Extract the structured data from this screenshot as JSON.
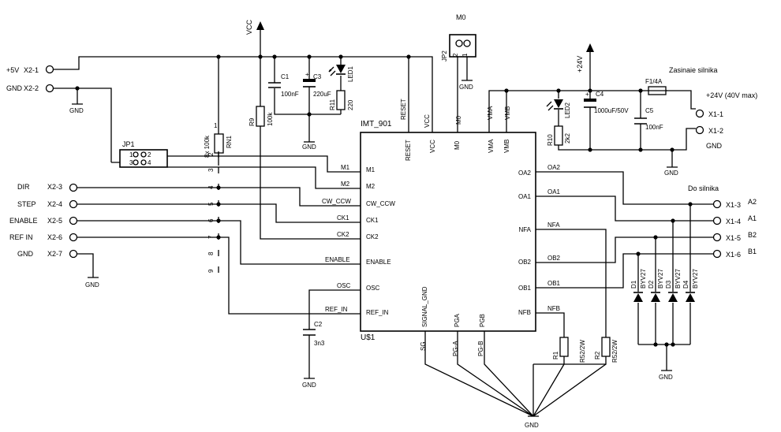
{
  "chip": {
    "name": "IMT_901",
    "ref": "U$1",
    "left_pins": [
      "M1",
      "M2",
      "CW_CCW",
      "CK1",
      "CK2",
      "ENABLE",
      "OSC",
      "REF_IN"
    ],
    "top_pins": [
      "RESET",
      "VCC",
      "M0",
      "VMA",
      "VMB"
    ],
    "right_pins": [
      "OA2",
      "OA1",
      "NFA",
      "OB2",
      "OB1",
      "NFB"
    ],
    "bottom_pins": [
      "SIGNAL_GND",
      "PGA",
      "PGB"
    ]
  },
  "connectors": {
    "x2": [
      {
        "ref": "X2-1",
        "label": "+5V"
      },
      {
        "ref": "X2-2",
        "label": "GND"
      },
      {
        "ref": "X2-3",
        "label": "DIR"
      },
      {
        "ref": "X2-4",
        "label": "STEP"
      },
      {
        "ref": "X2-5",
        "label": "ENABLE"
      },
      {
        "ref": "X2-6",
        "label": "REF IN"
      },
      {
        "ref": "X2-7",
        "label": "GND"
      }
    ],
    "x1_power": [
      {
        "ref": "X1-1",
        "label": "+24V (40V max)"
      },
      {
        "ref": "X1-2",
        "label": "GND"
      }
    ],
    "x1_motor": [
      {
        "ref": "X1-3",
        "label": "A2"
      },
      {
        "ref": "X1-4",
        "label": "A1"
      },
      {
        "ref": "X1-5",
        "label": "B2"
      },
      {
        "ref": "X1-6",
        "label": "B1"
      }
    ]
  },
  "net_labels": {
    "vcc": "VCC",
    "v24": "+24V",
    "gnd": "GND",
    "m1": "M1",
    "m2": "M2",
    "cw_ccw": "CW_CCW",
    "ck1": "CK1",
    "ck2": "CK2",
    "enable": "ENABLE",
    "osc": "OSC",
    "ref_in": "REF_IN",
    "reset": "RESET",
    "vcc_pin": "VCC",
    "m0": "M0",
    "vma": "VMA",
    "vmb": "VMB",
    "oa2": "OA2",
    "oa1": "OA1",
    "nfa": "NFA",
    "ob2": "OB2",
    "ob1": "OB1",
    "nfb": "NFB",
    "sg": "SG",
    "pga": "PG-A",
    "pgb": "PG-B"
  },
  "components": {
    "jp1": {
      "ref": "JP1",
      "pins": [
        "1",
        "2",
        "3",
        "4"
      ]
    },
    "jp2": {
      "ref": "JP2",
      "label": "M0",
      "pins": [
        "1",
        "2"
      ]
    },
    "rn1": {
      "ref": "RN1",
      "value": "8x 100k",
      "pin1": "1",
      "pins": [
        "2",
        "3",
        "4",
        "5",
        "6",
        "7",
        "8",
        "9"
      ]
    },
    "r9": {
      "ref": "R9",
      "value": "100k"
    },
    "r11": {
      "ref": "R11",
      "value": "220"
    },
    "r10": {
      "ref": "R10",
      "value": "2k2"
    },
    "r1": {
      "ref": "R1",
      "value": "R52/2W"
    },
    "r2": {
      "ref": "R2",
      "value": "R52/2W"
    },
    "c1": {
      "ref": "C1",
      "value": "100nF"
    },
    "c3": {
      "ref": "C3",
      "value": "220uF"
    },
    "c4": {
      "ref": "C4",
      "value": "1000uF/50V"
    },
    "c5": {
      "ref": "C5",
      "value": "100nF"
    },
    "c2": {
      "ref": "C2",
      "value": "3n3"
    },
    "led1": {
      "ref": "LED1"
    },
    "led2": {
      "ref": "LED2"
    },
    "f1": {
      "ref": "F1/4A"
    },
    "diodes": [
      {
        "ref": "D1",
        "value": "BYV27"
      },
      {
        "ref": "D2",
        "value": "BYV27"
      },
      {
        "ref": "D3",
        "value": "BYV27"
      },
      {
        "ref": "D4",
        "value": "BYV27"
      }
    ]
  },
  "annotations": {
    "motor_supply": "Zasinaie silnika",
    "to_motor": "Do silnika"
  }
}
